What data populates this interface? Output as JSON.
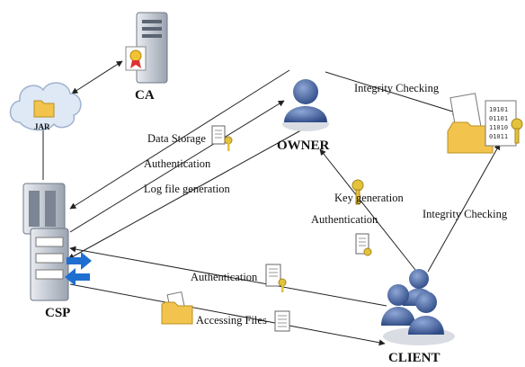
{
  "nodes": {
    "ca": "CA",
    "jar": "JAR",
    "owner": "OWNER",
    "csp": "CSP",
    "client": "CLIENT"
  },
  "edges": {
    "data_storage": "Data Storage",
    "authentication_owner": "Authentication",
    "log_file_generation": "Log file generation",
    "integrity_checking_owner": "Integrity Checking",
    "key_generation": "Key generation",
    "authentication_client_owner": "Authentication",
    "integrity_checking_client": "Integrity Checking",
    "authentication_csp": "Authentication",
    "accessing_files": "Accessing Files"
  },
  "colors": {
    "person": "#3f5f9e",
    "server": "#c9ced6",
    "folder": "#f2c44e",
    "key": "#e3c23c",
    "cloud": "#dfe8f5",
    "blue_arrow": "#1f6fd0"
  }
}
